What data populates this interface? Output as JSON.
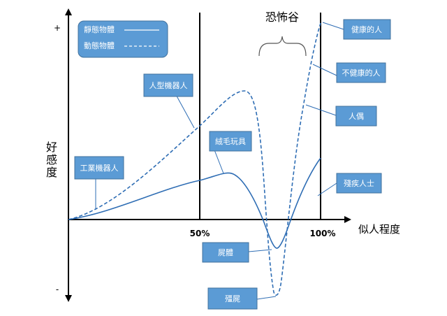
{
  "y_axis": {
    "plus": "+",
    "minus": "-",
    "label": [
      "好",
      "感",
      "度"
    ]
  },
  "x_axis": {
    "label": "似人程度",
    "tick_50": "50%",
    "tick_100": "100%"
  },
  "uncanny_valley_label": "恐怖谷",
  "legend": {
    "still": "靜態物體",
    "moving": "動態物體"
  },
  "callouts": {
    "industrial_robot": "工業機器人",
    "humanoid_robot": "人型機器人",
    "stuffed_animal": "絨毛玩具",
    "healthy_person": "健康的人",
    "unhealthy_person": "不健康的人",
    "puppet": "人偶",
    "disabled_person": "殘疾人士",
    "corpse": "屍體",
    "zombie": "殭屍"
  },
  "colors": {
    "curve": "#2e6db4",
    "box": "#5b9bd5",
    "axis": "#000000"
  }
}
